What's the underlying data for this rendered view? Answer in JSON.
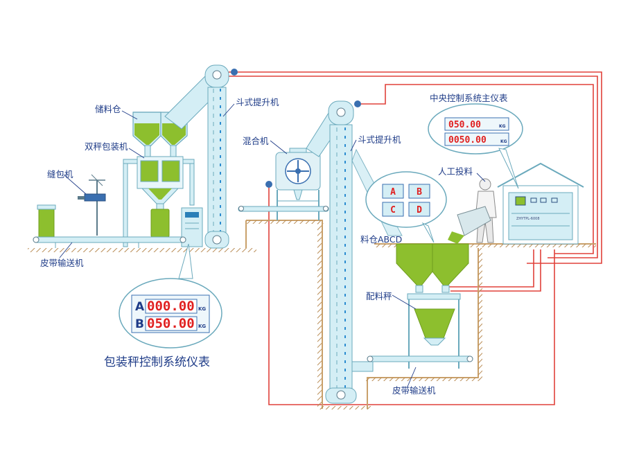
{
  "labels": {
    "storage_bin": "储料仓",
    "twin_scale_packer": "双秤包装机",
    "bag_sewing_machine": "缝包机",
    "belt_conveyor_left": "皮带输送机",
    "bucket_elevator_1": "斗式提升机",
    "mixer": "混合机",
    "bucket_elevator_2": "斗式提升机",
    "central_control_meter": "中央控制系统主仪表",
    "manual_feeding": "人工投料",
    "bins_abcd": "料仓ABCD",
    "batching_scale": "配料秤",
    "belt_conveyor_right": "皮带输送机",
    "packing_scale_meter": "包装秤控制系统仪表"
  },
  "packing_meter": {
    "rows": [
      {
        "channel": "A",
        "value": "000.00",
        "unit": "KG"
      },
      {
        "channel": "B",
        "value": "050.00",
        "unit": "KG"
      }
    ]
  },
  "central_meter": {
    "rows": [
      {
        "value": "050.00",
        "unit": "KG"
      },
      {
        "value": "0050.00",
        "unit": "KG"
      }
    ]
  },
  "bin_grid": [
    "A",
    "B",
    "C",
    "D"
  ],
  "cabinet_tag": "ZHYTPL-6008",
  "colors": {
    "equipment": "#d4eef5",
    "equipment_stroke": "#6aa9bc",
    "material": "#8dbf2e",
    "signal_line": "#e0413a",
    "ground": "#c9a06a",
    "label": "#1f3c88"
  }
}
